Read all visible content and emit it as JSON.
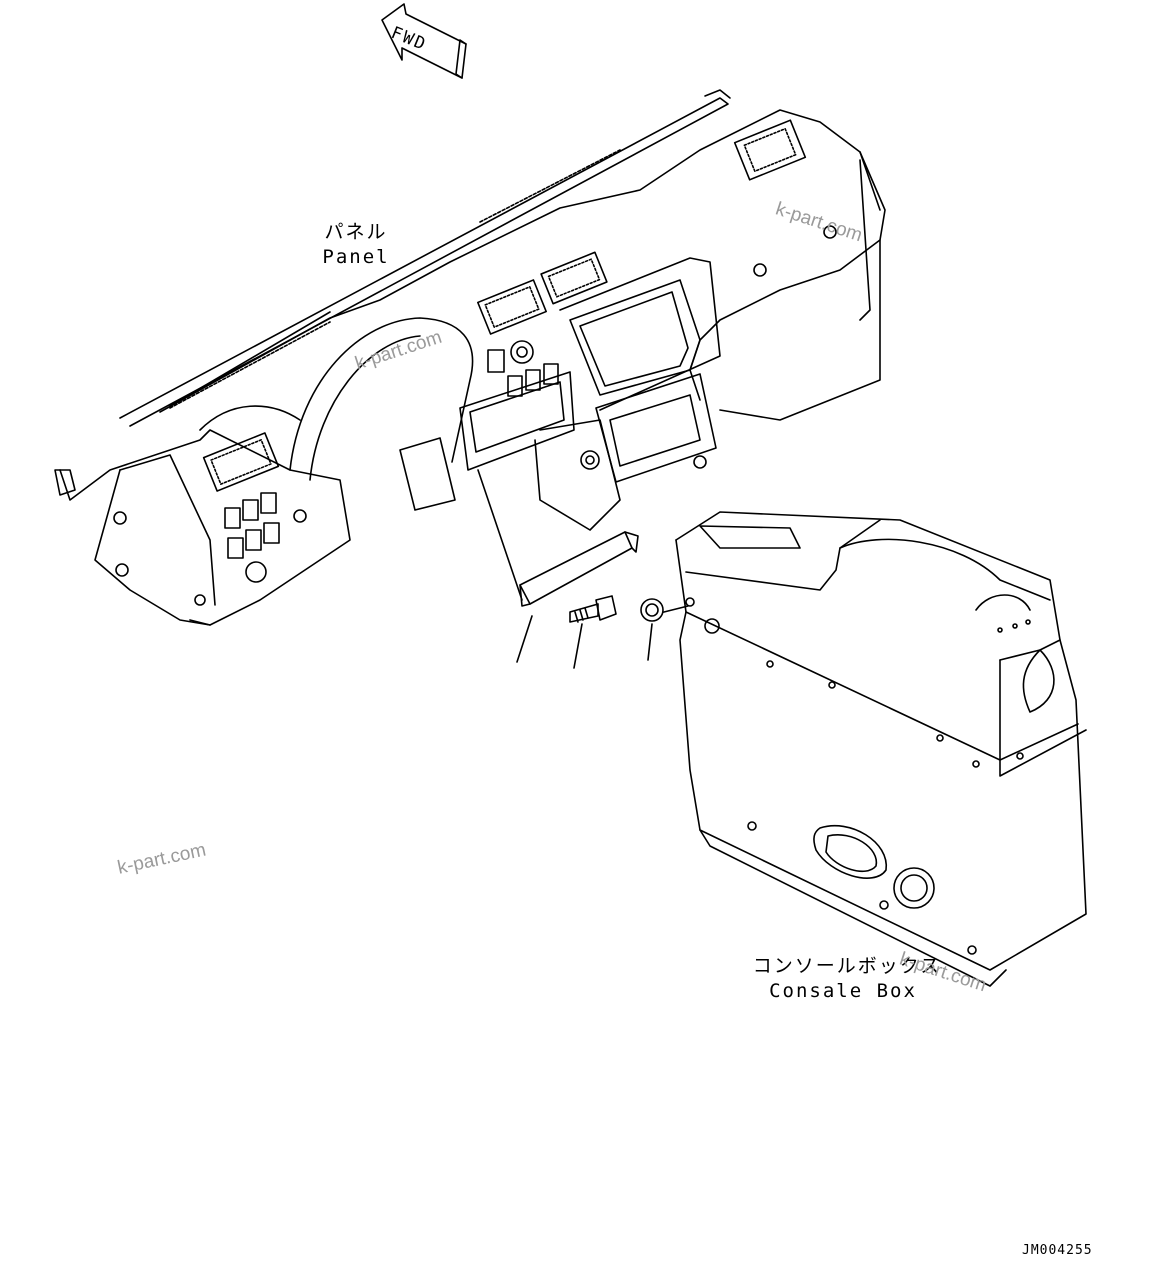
{
  "direction_marker": {
    "label": "FWD",
    "icon": "forward-arrow-icon"
  },
  "labels": {
    "panel_jp": "パネル",
    "panel_en": "Panel",
    "console_jp": "コンソールボックス",
    "console_en": "Consale Box"
  },
  "watermarks": [
    "k-part.com",
    "k-part.com",
    "k-part.com",
    "k-part.com"
  ],
  "drawing_code": "JM004255",
  "colors": {
    "line": "#000000",
    "watermark": "#9a9a9a",
    "background": "#ffffff"
  }
}
